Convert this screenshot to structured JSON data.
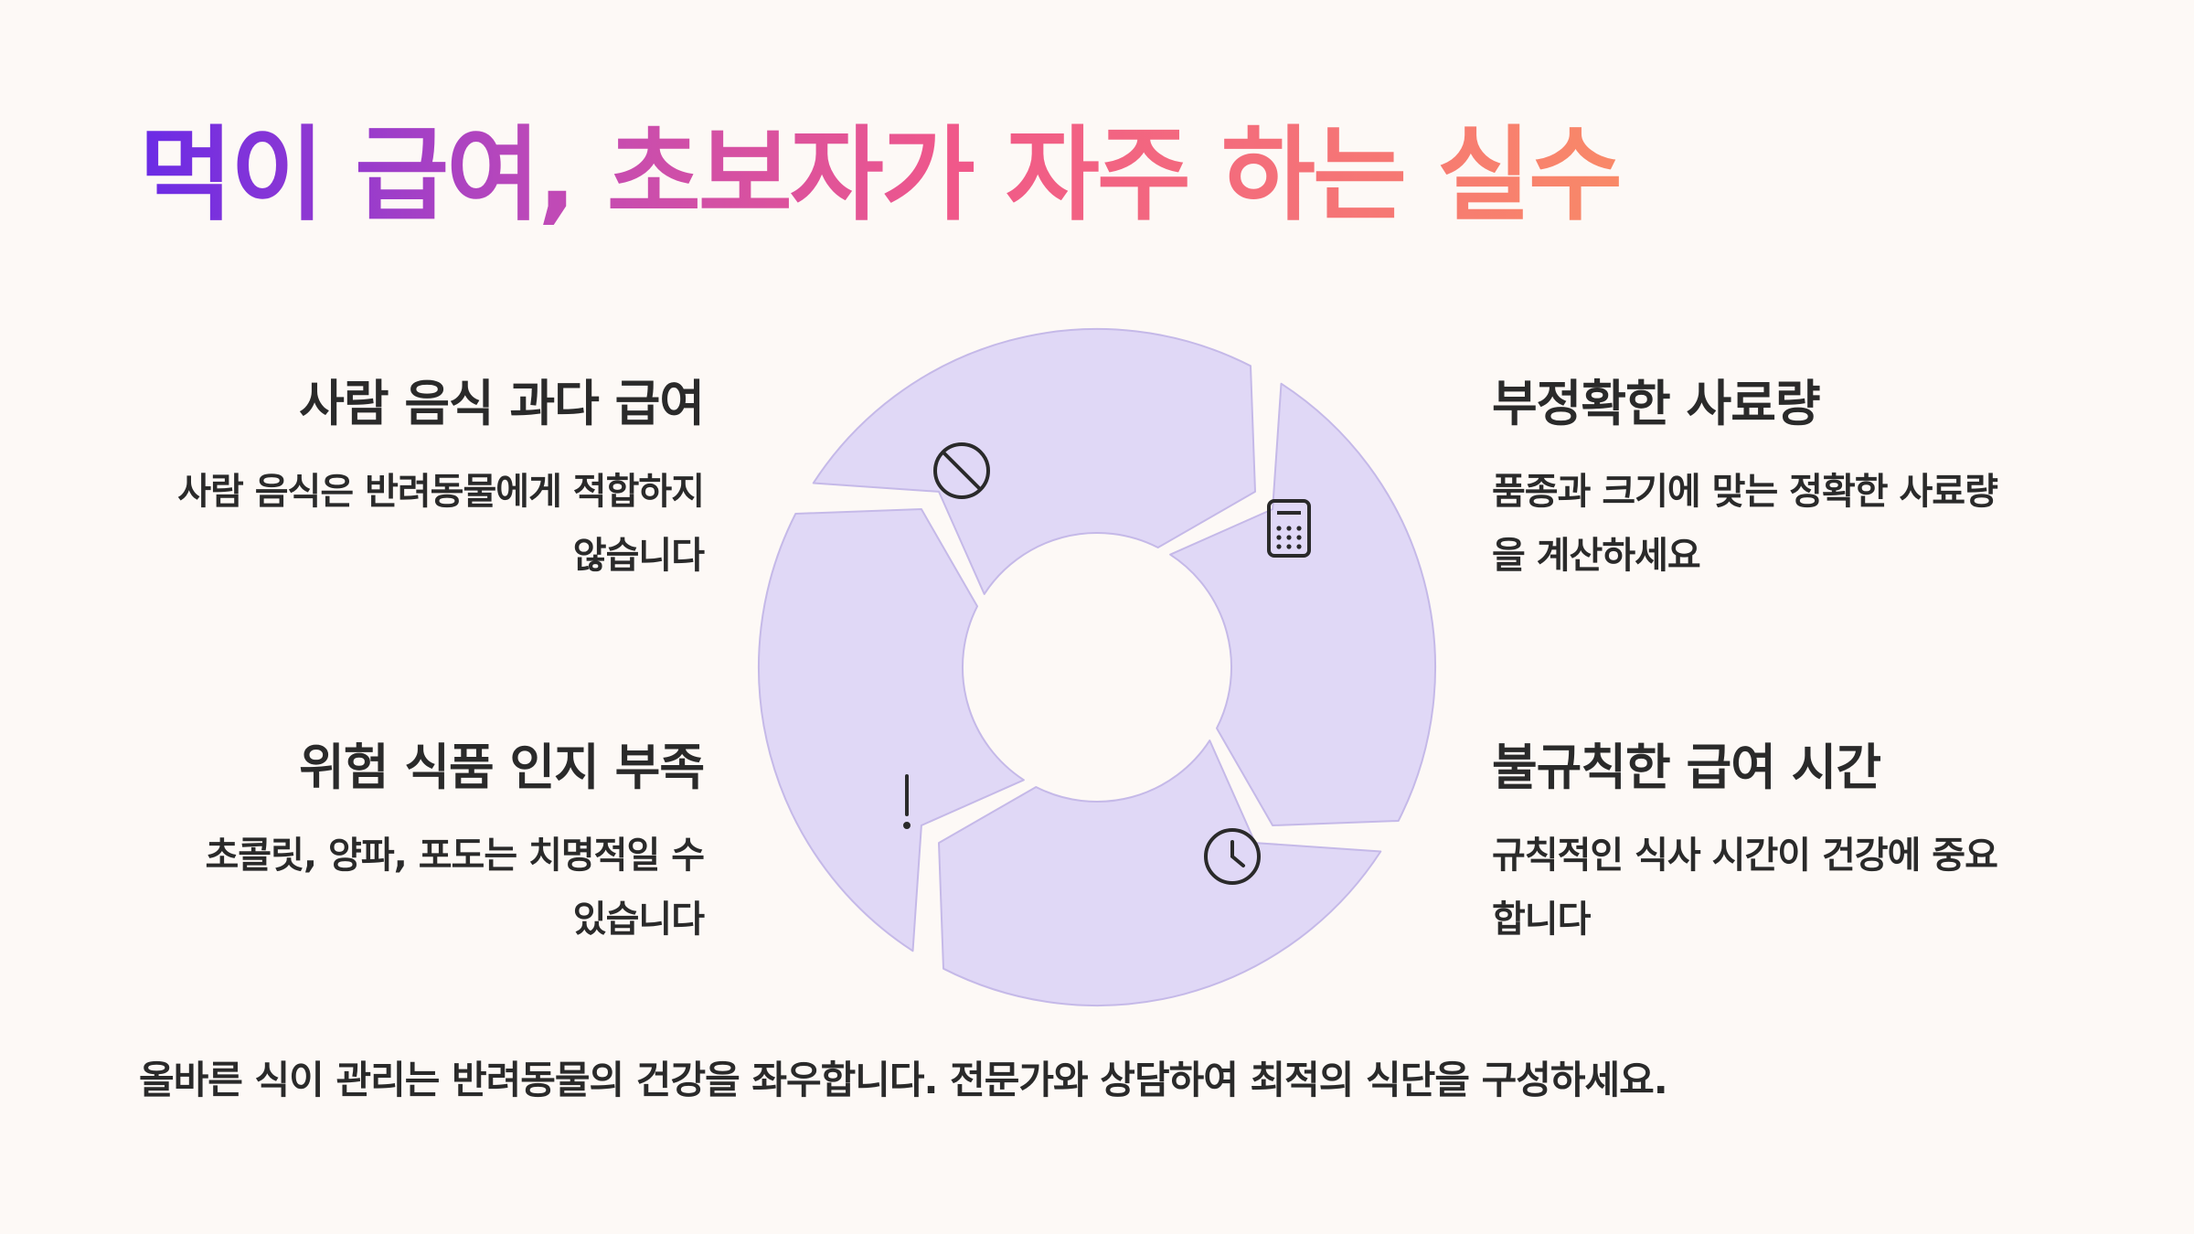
{
  "title": "먹이 급여, 초보자가 자주 하는 실수",
  "items": {
    "top_left": {
      "title": "사람 음식 과다 급여",
      "desc_line1": "사람 음식은 반려동물에게 적합하지",
      "desc_line2": "않습니다",
      "icon": "ban-icon"
    },
    "top_right": {
      "title": "부정확한 사료량",
      "desc_line1": "품종과 크기에 맞는 정확한 사료량",
      "desc_line2": "을 계산하세요",
      "icon": "calculator-icon"
    },
    "bottom_left": {
      "title": "위험 식품 인지 부족",
      "desc_line1": "초콜릿, 양파, 포도는 치명적일 수",
      "desc_line2": "있습니다",
      "icon": "exclamation-icon"
    },
    "bottom_right": {
      "title": "불규칙한 급여 시간",
      "desc_line1": "규칙적인 식사 시간이 건강에 중요",
      "desc_line2": "합니다",
      "icon": "clock-icon"
    }
  },
  "footer": "올바른 식이 관리는 반려동물의 건강을 좌우합니다. 전문가와 상담하여 최적의 식단을 구성하세요.",
  "colors": {
    "background": "#fdf9f6",
    "segment_fill": "#e0d8f6",
    "segment_stroke": "#c5b9e8",
    "text": "#2a2a2a",
    "title_gradient": [
      "#6a2be6",
      "#c04ab6",
      "#f0588a",
      "#f98968"
    ]
  }
}
